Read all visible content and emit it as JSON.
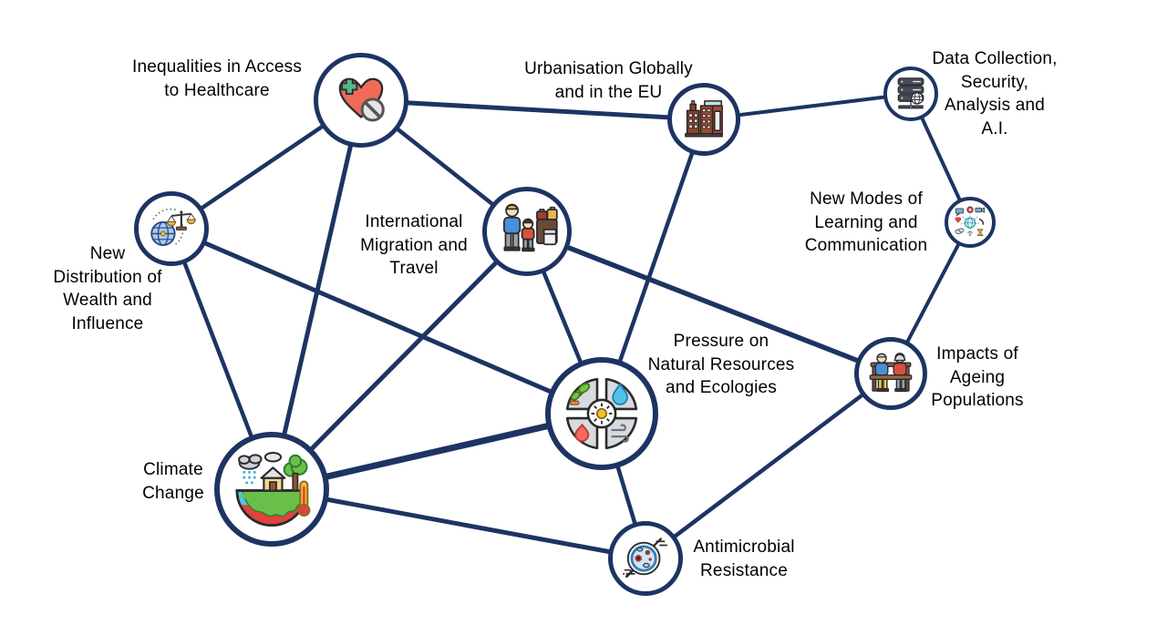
{
  "diagram": {
    "type": "network",
    "background_color": "#ffffff",
    "edge_color": "#1d3463",
    "node_border_color": "#1d3463",
    "node_fill_color": "#ffffff",
    "label_color": "#000000",
    "nodes": [
      {
        "id": "healthcare",
        "label": [
          "Inequalities in Access",
          "to Healthcare"
        ],
        "icon": "healthcare-heart-ban-icon"
      },
      {
        "id": "urbanisation",
        "label": [
          "Urbanisation Globally",
          "and in the EU"
        ],
        "icon": "city-buildings-icon"
      },
      {
        "id": "data",
        "label": [
          "Data Collection,",
          "Security,",
          "Analysis and",
          "A.I."
        ],
        "icon": "server-stack-globe-icon"
      },
      {
        "id": "learning",
        "label": [
          "New Modes of",
          "Learning and",
          "Communication"
        ],
        "icon": "globe-communication-icon"
      },
      {
        "id": "wealth",
        "label": [
          "New",
          "Distribution of",
          "Wealth and",
          "Influence"
        ],
        "icon": "globe-balance-scales-icon"
      },
      {
        "id": "migration",
        "label": [
          "International",
          "Migration and",
          "Travel"
        ],
        "icon": "migrants-luggage-icon"
      },
      {
        "id": "nature",
        "label": [
          "Pressure on",
          "Natural Resources",
          "and Ecologies"
        ],
        "icon": "elements-wheel-icon"
      },
      {
        "id": "ageing",
        "label": [
          "Impacts of",
          "Ageing",
          "Populations"
        ],
        "icon": "elderly-couple-bench-icon"
      },
      {
        "id": "climate",
        "label": [
          "Climate",
          "Change"
        ],
        "icon": "climate-earth-icon"
      },
      {
        "id": "amr",
        "label": [
          "Antimicrobial",
          "Resistance"
        ],
        "icon": "petri-dish-microbes-icon"
      }
    ],
    "edges": [
      {
        "from": "healthcare",
        "to": "wealth",
        "width": 4.5
      },
      {
        "from": "healthcare",
        "to": "urbanisation",
        "width": 5
      },
      {
        "from": "healthcare",
        "to": "migration",
        "width": 4.5
      },
      {
        "from": "healthcare",
        "to": "climate",
        "width": 5
      },
      {
        "from": "urbanisation",
        "to": "data",
        "width": 4
      },
      {
        "from": "urbanisation",
        "to": "nature",
        "width": 4.5
      },
      {
        "from": "data",
        "to": "learning",
        "width": 4
      },
      {
        "from": "learning",
        "to": "ageing",
        "width": 4
      },
      {
        "from": "wealth",
        "to": "nature",
        "width": 5
      },
      {
        "from": "wealth",
        "to": "climate",
        "width": 4.5
      },
      {
        "from": "migration",
        "to": "climate",
        "width": 5
      },
      {
        "from": "migration",
        "to": "nature",
        "width": 4.5
      },
      {
        "from": "migration",
        "to": "ageing",
        "width": 5.5
      },
      {
        "from": "climate",
        "to": "nature",
        "width": 7
      },
      {
        "from": "climate",
        "to": "amr",
        "width": 5
      },
      {
        "from": "nature",
        "to": "amr",
        "width": 4.5
      },
      {
        "from": "amr",
        "to": "ageing",
        "width": 4.5
      }
    ]
  }
}
